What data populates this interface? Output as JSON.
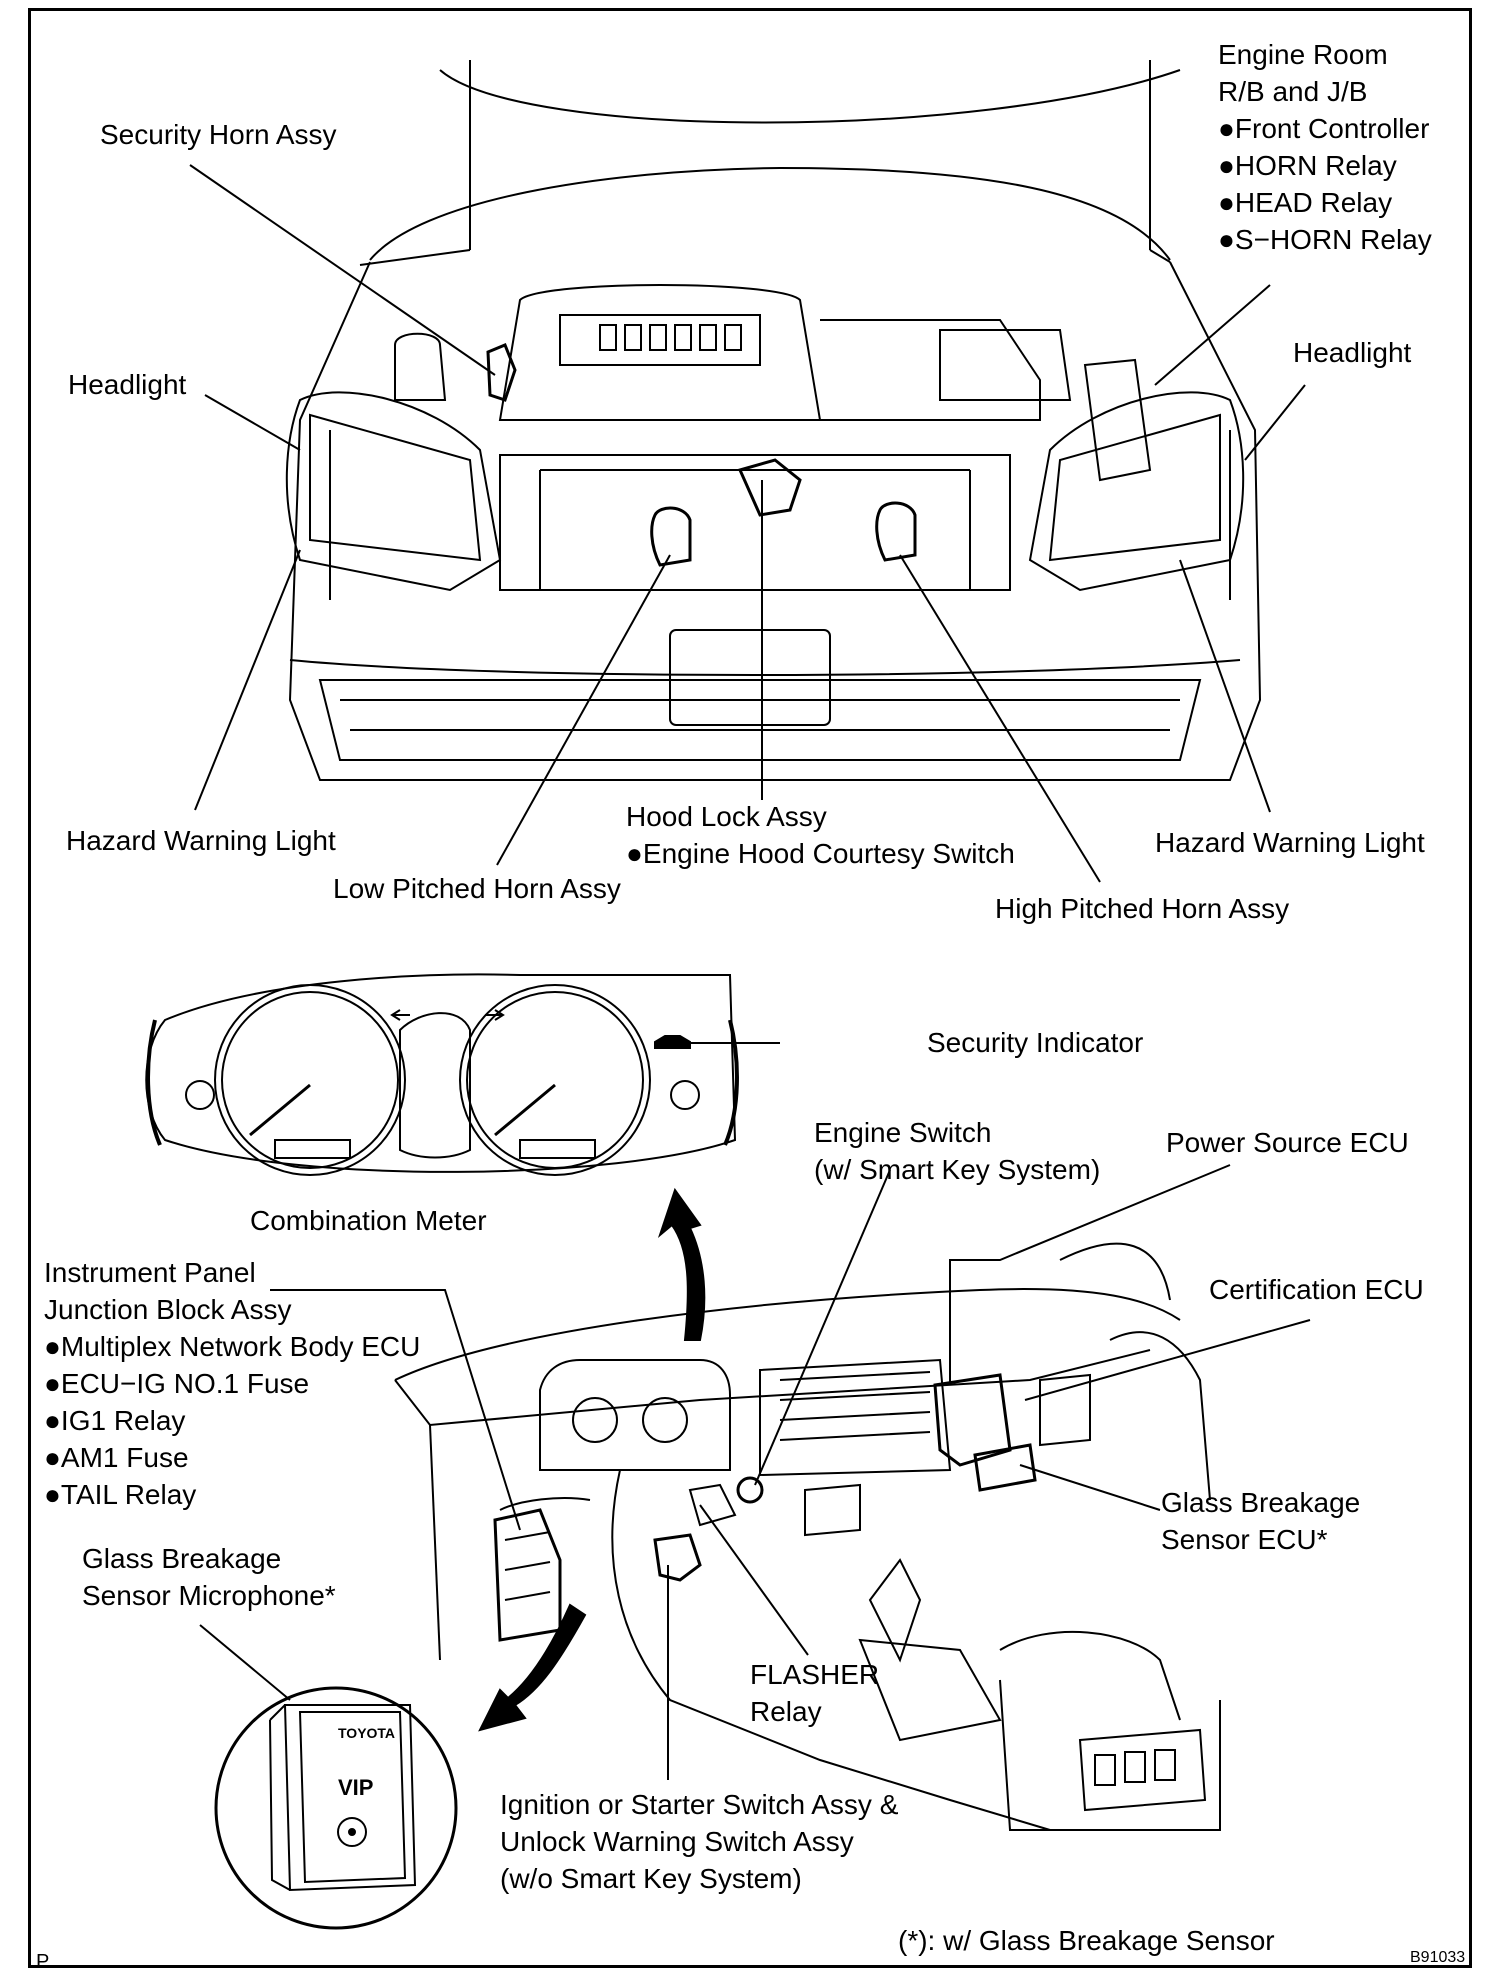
{
  "labels": {
    "security_horn": "Security Horn Assy",
    "engine_room": [
      "Engine Room",
      "R/B and J/B",
      "●Front Controller",
      "●HORN Relay",
      "●HEAD Relay",
      "●S−HORN Relay"
    ],
    "headlight_left": "Headlight",
    "headlight_right": "Headlight",
    "hazard_left": "Hazard Warning Light",
    "hazard_right": "Hazard Warning Light",
    "hood_lock": [
      "Hood Lock Assy",
      "●Engine Hood Courtesy Switch"
    ],
    "low_horn": "Low Pitched Horn Assy",
    "high_horn": "High Pitched Horn Assy",
    "security_indicator": "Security Indicator",
    "combination_meter": "Combination Meter",
    "engine_switch": [
      "Engine Switch",
      "(w/ Smart Key System)"
    ],
    "power_source_ecu": "Power Source ECU",
    "instrument_panel": [
      "Instrument Panel",
      "Junction Block Assy",
      "●Multiplex Network Body ECU",
      "●ECU−IG NO.1 Fuse",
      "●IG1 Relay",
      "●AM1 Fuse",
      "●TAIL Relay"
    ],
    "certification_ecu": "Certification ECU",
    "glass_breakage_ecu": [
      "Glass Breakage",
      "Sensor ECU*"
    ],
    "glass_breakage_mic": [
      "Glass Breakage",
      "Sensor Microphone*"
    ],
    "flasher_relay": [
      "FLASHER",
      "Relay"
    ],
    "ignition_switch": [
      "Ignition or Starter Switch Assy &",
      "Unlock Warning Switch Assy",
      "(w/o Smart Key System)"
    ],
    "footnote": "(*): w/ Glass Breakage Sensor",
    "corner_p": "P",
    "figure_code": "B91033"
  },
  "microphone_badge": {
    "brand": "TOYOTA",
    "model": "VIP"
  }
}
